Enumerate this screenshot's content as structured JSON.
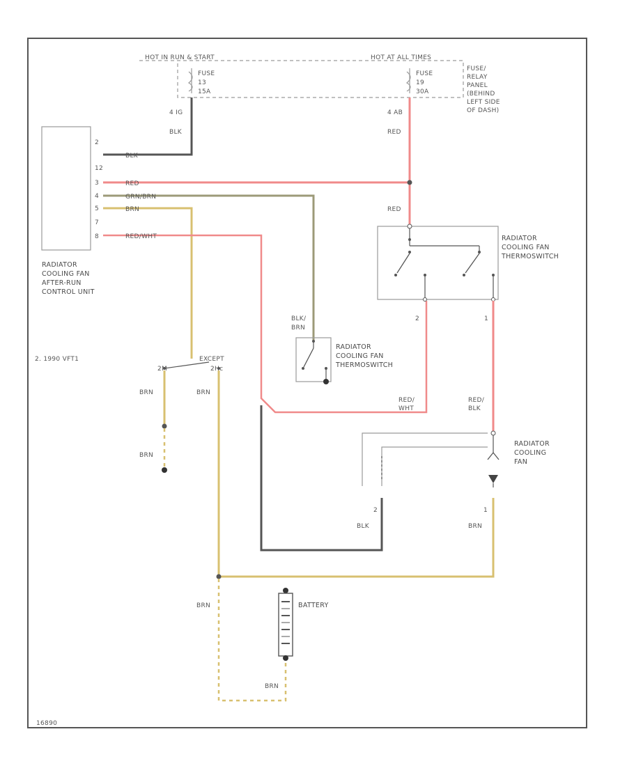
{
  "colors": {
    "background": "#ffffff",
    "frame": "#555555",
    "wire_black": "#555555",
    "wire_red": "#f08a8a",
    "wire_brown": "#d8c070",
    "wire_green_brown": "#9c9a78",
    "component_line": "#9a9a9a"
  },
  "fuse_panel": {
    "hot_crank_label": "HOT IN RUN & START",
    "hot_always_label": "HOT AT ALL TIMES",
    "fuse_a": {
      "name": "FUSE",
      "number": "13",
      "amps": "15A"
    },
    "fuse_b": {
      "name": "FUSE",
      "number": "19",
      "amps": "30A"
    },
    "panel_label": [
      "FUSE/",
      "RELAY",
      "PANEL",
      "(BEHIND",
      "LEFT SIDE",
      "OF DASH)"
    ]
  },
  "control_unit": {
    "label": [
      "RADIATOR",
      "COOLING FAN",
      "AFTER-RUN",
      "CONTROL UNIT"
    ],
    "pins": [
      "2",
      "12",
      "3",
      "4",
      "5",
      "7",
      "8"
    ]
  },
  "wires": {
    "wire_4_ig_terminal": "4 IG",
    "wire_blk_upper": "BLK",
    "wire_4_ab_terminal": "4 AB",
    "wire_red_upper": "RED",
    "cu_blk": "BLK",
    "cu_red": "RED",
    "cu_grn_brn": "GRN/BRN",
    "cu_brn": "BRN",
    "cu_red_wht": "RED/WHT",
    "red_above_switch": "RED",
    "switch_blk": "BLK/",
    "switch_brn": "BRN",
    "red_wht_a": "RED/",
    "red_wht_b": "WHT",
    "red_blk_a": "RED/",
    "red_blk_b": "BLK",
    "brn_left_upper": "BRN",
    "brn_left_lower": "BRN",
    "brn_mid": "BRN",
    "blk_fan": "BLK",
    "brn_fan": "BRN",
    "brn_battery_left": "BRN",
    "brn_battery_bottom": "BRN"
  },
  "thermoswitch_main": {
    "label": [
      "RADIATOR",
      "COOLING FAN",
      "THERMOSWITCH"
    ],
    "pin_2": "2",
    "pin_1": "1"
  },
  "thermoswitch_small": {
    "label": [
      "RADIATOR",
      "COOLING FAN",
      "THERMOSWITCH"
    ]
  },
  "fan": {
    "label": [
      "RADIATOR",
      "COOLING",
      "FAN"
    ],
    "pin_2": "2",
    "pin_1": "1"
  },
  "connector": {
    "except_label": "EXCEPT",
    "pin_a": "2M",
    "pin_b": "2Hc"
  },
  "battery": {
    "label": "BATTERY"
  },
  "notes": {
    "variant": "2. 1990 VFT1",
    "corner_code": "16890"
  }
}
